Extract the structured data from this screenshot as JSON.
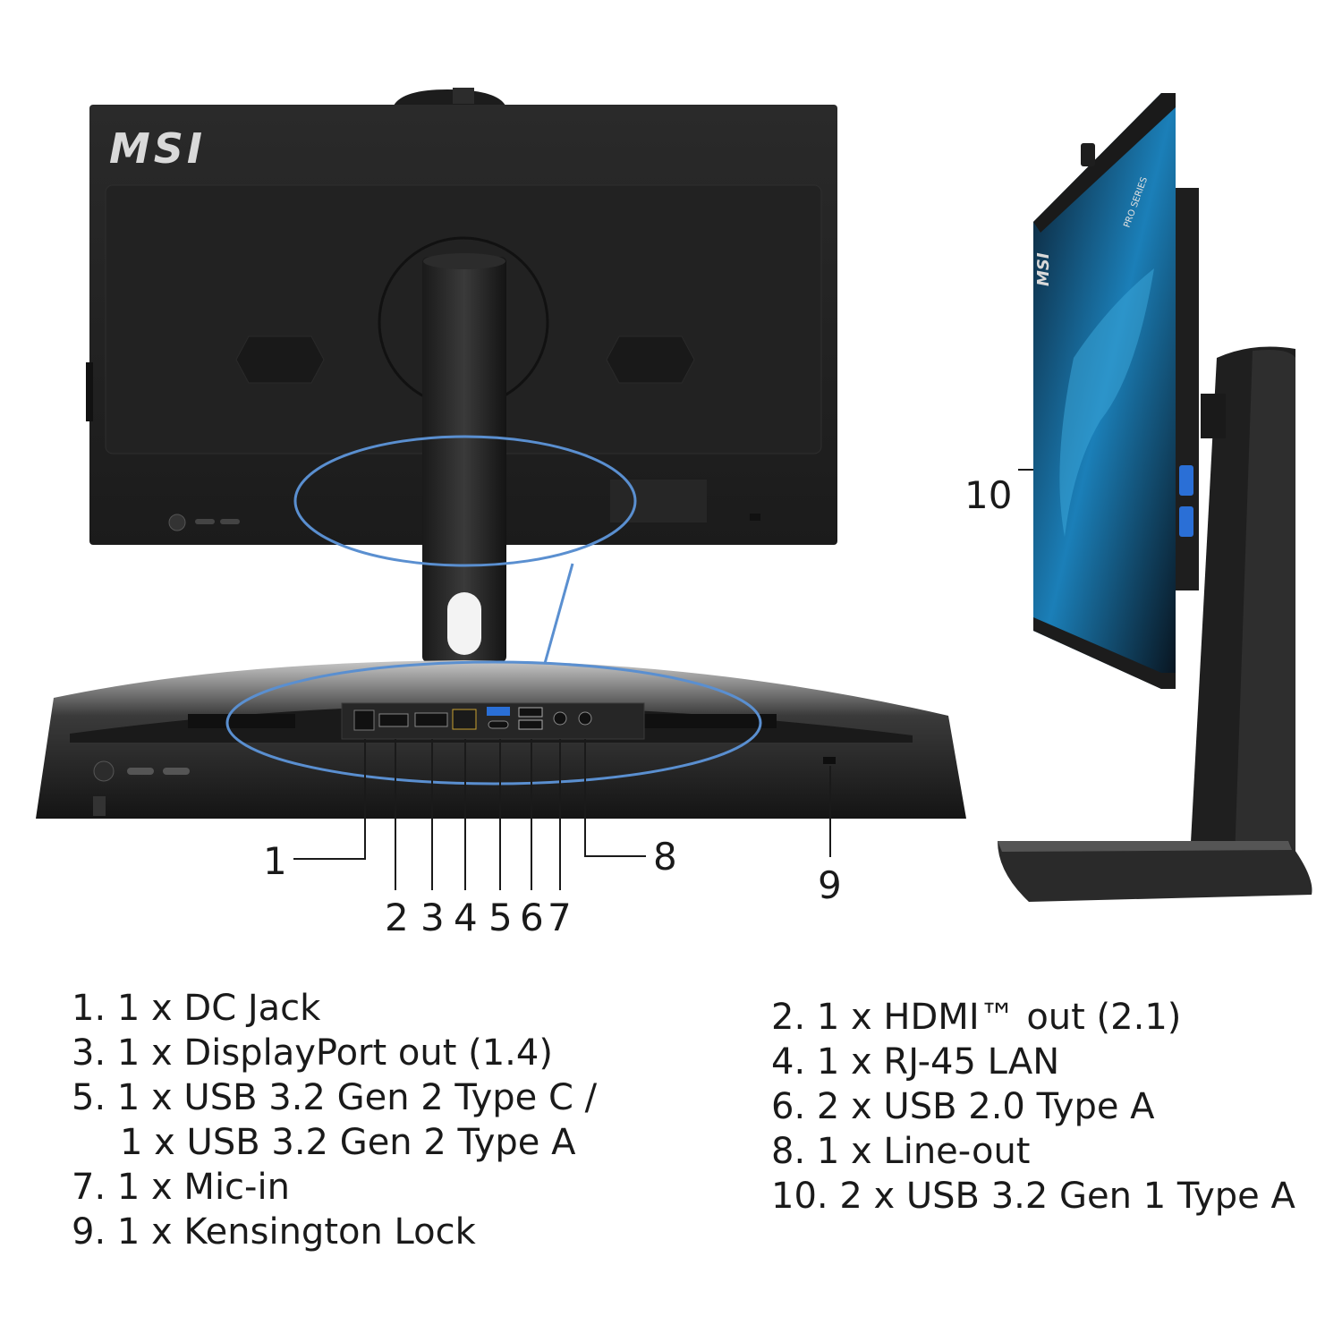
{
  "brand": {
    "logo_text": "MSI",
    "side_logo_text": "MSI",
    "series_text": "PRO SERIES"
  },
  "callouts": {
    "c1": "1",
    "c2": "2",
    "c3": "3",
    "c4": "4",
    "c5": "5",
    "c6": "6",
    "c7": "7",
    "c8": "8",
    "c9": "9",
    "c10": "10"
  },
  "specs_left": [
    "1. 1 x DC Jack",
    "3. 1 x DisplayPort out (1.4)",
    "5. 1 x USB 3.2 Gen 2 Type C /",
    "1 x USB 3.2 Gen 2 Type A",
    "7. 1 x Mic-in",
    "9. 1 x Kensington Lock"
  ],
  "specs_right": [
    "2. 1 x HDMI™ out (2.1)",
    "4. 1 x RJ-45 LAN",
    "6. 2 x USB 2.0 Type A",
    "8. 1 x Line-out",
    "10. 2 x USB 3.2 Gen 1 Type A"
  ],
  "colors": {
    "monitor_body": "#1e1e1e",
    "highlight_ellipse": "#5a8fd0",
    "usb_blue": "#2a6fd6"
  }
}
